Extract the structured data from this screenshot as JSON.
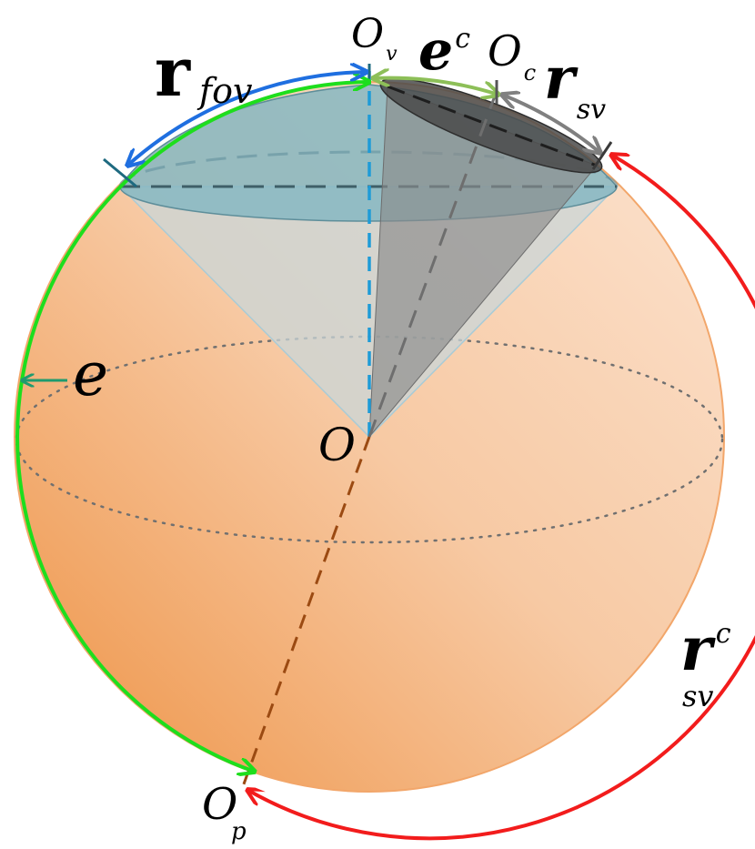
{
  "labels": {
    "r_fov": {
      "main": "r",
      "sub": "fov"
    },
    "o_v": {
      "main": "O",
      "sub": "v"
    },
    "e_c": {
      "main": "e",
      "sup": "c"
    },
    "o_c": {
      "main": "O",
      "sub": "c"
    },
    "r_sv": {
      "main": "r",
      "sub": "sv"
    },
    "e": {
      "main": "e"
    },
    "o": {
      "main": "O"
    },
    "r_sv_c": {
      "main": "r",
      "sup": "c",
      "sub": "sv"
    },
    "o_p": {
      "main": "O",
      "sub": "p"
    }
  },
  "colors": {
    "sphere_dark": "#EE9142",
    "sphere_light": "#FCE5D3",
    "sphere_outline": "#F2A66A",
    "fov_cap": "#86B7C2",
    "fov_cone": "#C9D5D8",
    "sub_cap": "#4A4A4A",
    "sub_cone": "#8A8A8A",
    "arc_r_fov": "#1F6FE0",
    "arc_e": "#1DDE1D",
    "arc_e_c": "#8DBF58",
    "arc_r_sv": "#808080",
    "arc_r_sv_c": "#F21C1C",
    "axis_ov": "#1E9BD7",
    "axis_op": "#9B4A12",
    "equator": "#707070"
  }
}
